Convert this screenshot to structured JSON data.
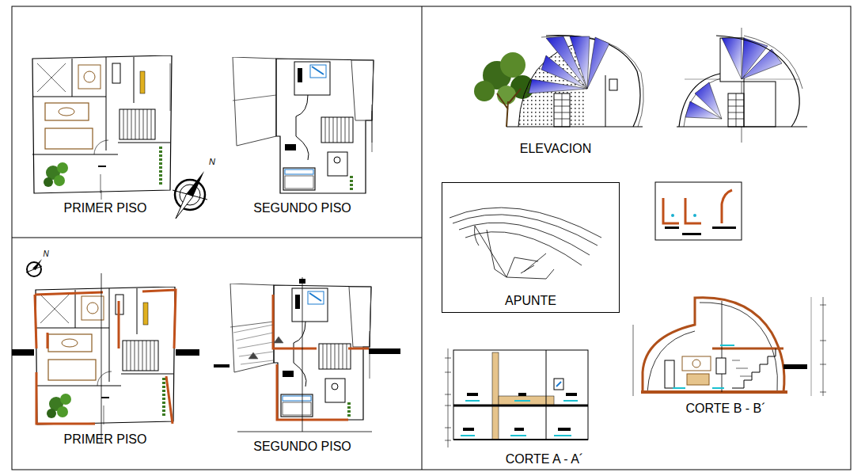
{
  "diagram": {
    "nodes": [
      {
        "text": [
          "APUNTE"
        ]
      }
    ],
    "labels": [
      "PRIMER PISO",
      "SEGUNDO PISO",
      "N",
      "ELEVACION",
      "N",
      "PRIMER PISO",
      "SEGUNDO PISO",
      "CORTE A - A´",
      "CORTE B - B´"
    ]
  }
}
